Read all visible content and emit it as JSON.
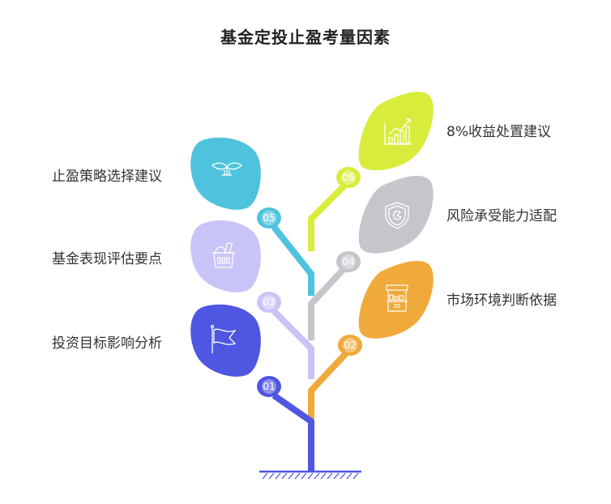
{
  "title": "基金定投止盈考量因素",
  "items": [
    {
      "num": "01",
      "label": "投资目标影响分析",
      "color": "#4f56e2",
      "icon": "flag-icon",
      "side": "left"
    },
    {
      "num": "02",
      "label": "市场环境判断依据",
      "color": "#f0a93b",
      "icon": "market-stall-icon",
      "side": "right"
    },
    {
      "num": "03",
      "label": "基金表现评估要点",
      "color": "#c9c4f7",
      "icon": "basket-icon",
      "side": "left"
    },
    {
      "num": "04",
      "label": "风险承受能力适配",
      "color": "#c4c6cc",
      "icon": "shield-icon",
      "side": "right"
    },
    {
      "num": "05",
      "label": "止盈策略选择建议",
      "color": "#4fc3de",
      "icon": "sprout-icon",
      "side": "left"
    },
    {
      "num": "06",
      "label": "8%收益处置建议",
      "color": "#d8ec3c",
      "icon": "growth-chart-icon",
      "side": "right"
    }
  ]
}
